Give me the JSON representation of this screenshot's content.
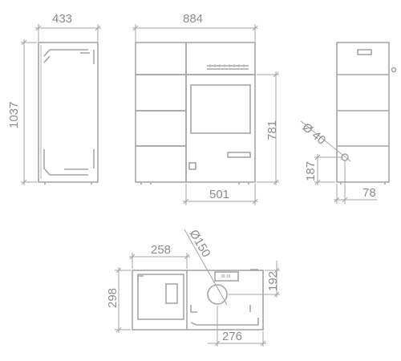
{
  "dimensions": {
    "side_depth": "433",
    "side_height": "1037",
    "front_width": "884",
    "front_door_height": "781",
    "front_door_width": "501",
    "flue_diameter": "Ø 40",
    "flue_height": "187",
    "flue_offset": "78",
    "top_width": "258",
    "top_depth": "298",
    "top_flue_diameter": "Ø150",
    "top_flue_offset": "192",
    "top_flue_width": "276"
  },
  "colors": {
    "line": "#a6a6a6",
    "text": "#8c8c8c"
  }
}
